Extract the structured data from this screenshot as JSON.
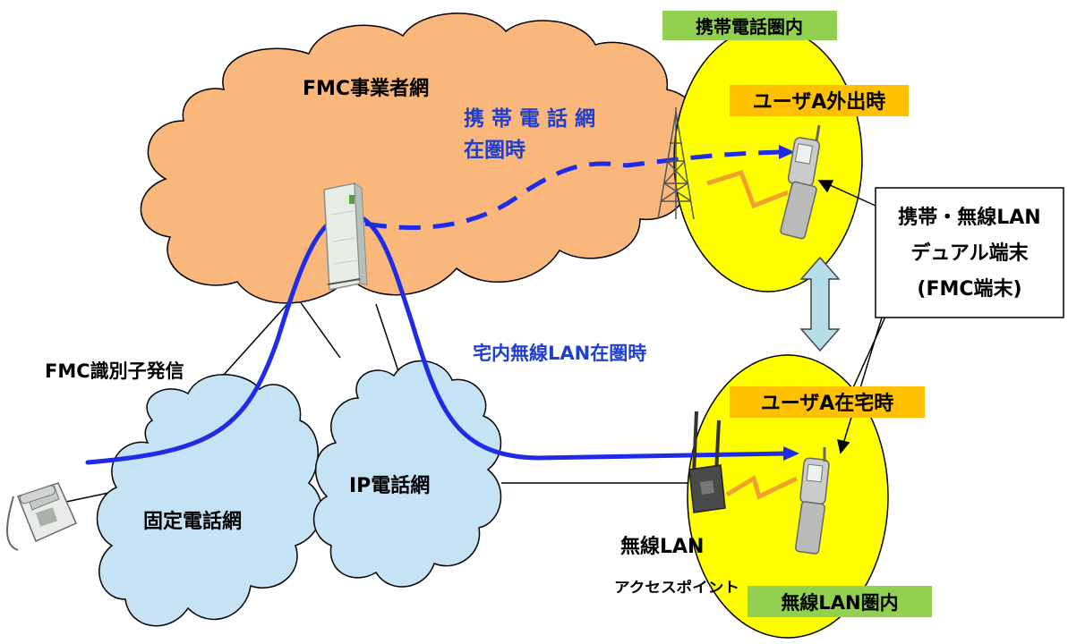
{
  "labels": {
    "fmc_network": "FMC事業者網",
    "mobile_in_range_line1": "携 帯 電 話 網",
    "mobile_in_range_line2": "在圏時",
    "mobile_coverage": "携帯電話圏内",
    "user_a_out": "ユーザA外出時",
    "dual_terminal_line1": "携帯・無線LAN",
    "dual_terminal_line2": "デュアル端末",
    "dual_terminal_line3": "(FMC端末)",
    "fmc_id_call": "FMC識別子発信",
    "home_wlan_in_range": "宅内無線LAN在圏時",
    "user_a_home": "ユーザA在宅時",
    "ip_phone_network": "IP電話網",
    "fixed_phone_network": "固定電話網",
    "wlan_ap_line1": "無線LAN",
    "wlan_ap_line2": "アクセスポイント",
    "wlan_coverage": "無線LAN圏内"
  },
  "colors": {
    "fmc_cloud": "#f9b77c",
    "network_cloud": "#c6e3f6",
    "coverage_ellipse": "#ffff00",
    "path_line": "#1f2be6",
    "blue_text": "#1f3fd0",
    "green_label": "#92d050",
    "orange_label": "#ffc000",
    "bidirectional_arrow": "#b7dde8",
    "radio_wave": "#f0a030"
  },
  "icons": [
    "fixed-phone-icon",
    "server-icon",
    "radio-tower-icon",
    "mobile-phone-icon",
    "wlan-access-point-icon"
  ]
}
